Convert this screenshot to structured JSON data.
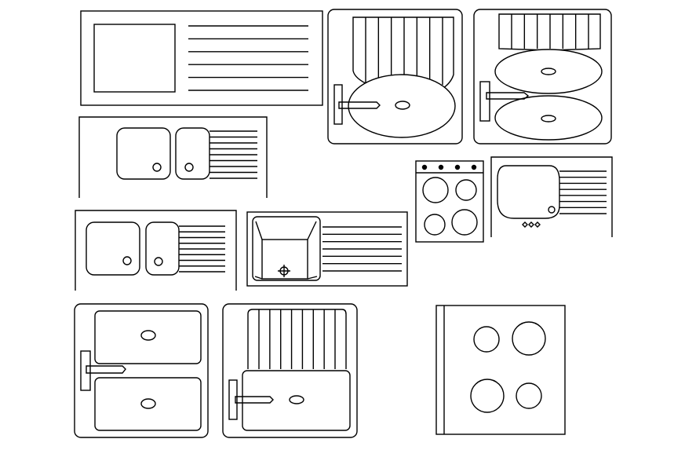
{
  "drawing": {
    "background": "#ffffff",
    "stroke_color": "#000000",
    "blocks": [
      "sink-drainboard-single",
      "sink-round-bowl-slatted",
      "sink-double-oval-slatted",
      "sink-double-drainboard",
      "hob-four-burner-small",
      "sink-single-drainboard-round",
      "sink-double-drainboard-2",
      "sink-square-drainboard",
      "sink-double-rect-tap",
      "sink-rect-slatted-tap",
      "hob-four-burner-large"
    ]
  }
}
